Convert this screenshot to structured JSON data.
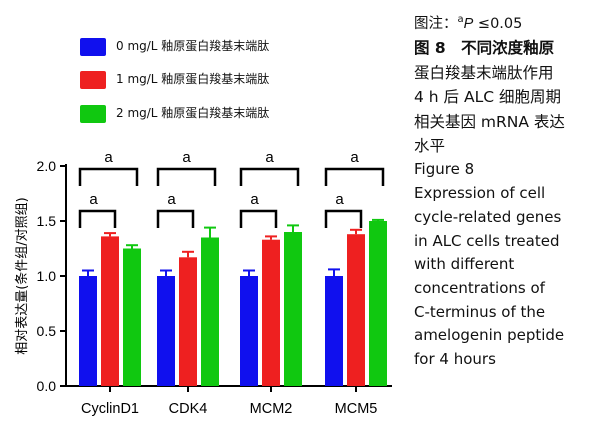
{
  "chart_data": {
    "type": "bar",
    "categories": [
      "CyclinD1",
      "CDK4",
      "MCM2",
      "MCM5"
    ],
    "series": [
      {
        "name": "0 mg/L 釉原蛋白羧基末端肽",
        "color": "#1010ee",
        "values": [
          1.0,
          1.0,
          1.0,
          1.0
        ],
        "errors": [
          0.05,
          0.05,
          0.05,
          0.06
        ]
      },
      {
        "name": "1 mg/L 釉原蛋白羧基末端肽",
        "color": "#ee2020",
        "values": [
          1.36,
          1.17,
          1.33,
          1.38
        ],
        "errors": [
          0.03,
          0.05,
          0.03,
          0.04
        ]
      },
      {
        "name": "2 mg/L 釉原蛋白羧基末端肽",
        "color": "#10c810",
        "values": [
          1.25,
          1.35,
          1.4,
          1.5
        ],
        "errors": [
          0.03,
          0.09,
          0.06,
          0.01
        ]
      }
    ],
    "ylabel": "相对表达量(条件组/对照组)",
    "xlabel": "",
    "ylim": [
      0,
      2.0
    ],
    "yticks": [
      "0.0",
      "0.5",
      "1.0",
      "1.5",
      "2.0"
    ],
    "significance": {
      "label": "a",
      "brackets": [
        {
          "category": 0,
          "from_series": 0,
          "to_series": 1,
          "level": "low"
        },
        {
          "category": 0,
          "from_series": 0,
          "to_series": 2,
          "level": "high"
        },
        {
          "category": 1,
          "from_series": 0,
          "to_series": 1,
          "level": "low"
        },
        {
          "category": 1,
          "from_series": 0,
          "to_series": 2,
          "level": "high"
        },
        {
          "category": 2,
          "from_series": 0,
          "to_series": 1,
          "level": "low"
        },
        {
          "category": 2,
          "from_series": 0,
          "to_series": 2,
          "level": "high"
        },
        {
          "category": 3,
          "from_series": 0,
          "to_series": 1,
          "level": "low"
        },
        {
          "category": 3,
          "from_series": 0,
          "to_series": 2,
          "level": "high"
        }
      ]
    },
    "legend_position": "top-left",
    "grid": false
  },
  "caption": {
    "note_prefix": "图注：",
    "note_sup": "a",
    "note_p": "P",
    "note_rest": " ≤0.05",
    "cn_lines": [
      "图 8　不同浓度釉原",
      "蛋白羧基末端肽作用",
      "4 h 后 ALC 细胞周期",
      "相关基因 mRNA 表达",
      "水平"
    ],
    "en_lines": [
      "Figure 8",
      "Expression of cell",
      "cycle-related genes",
      "in ALC cells treated",
      "with different",
      "concentrations of",
      "C-terminus of the",
      "amelogenin peptide",
      "for 4 hours"
    ]
  }
}
